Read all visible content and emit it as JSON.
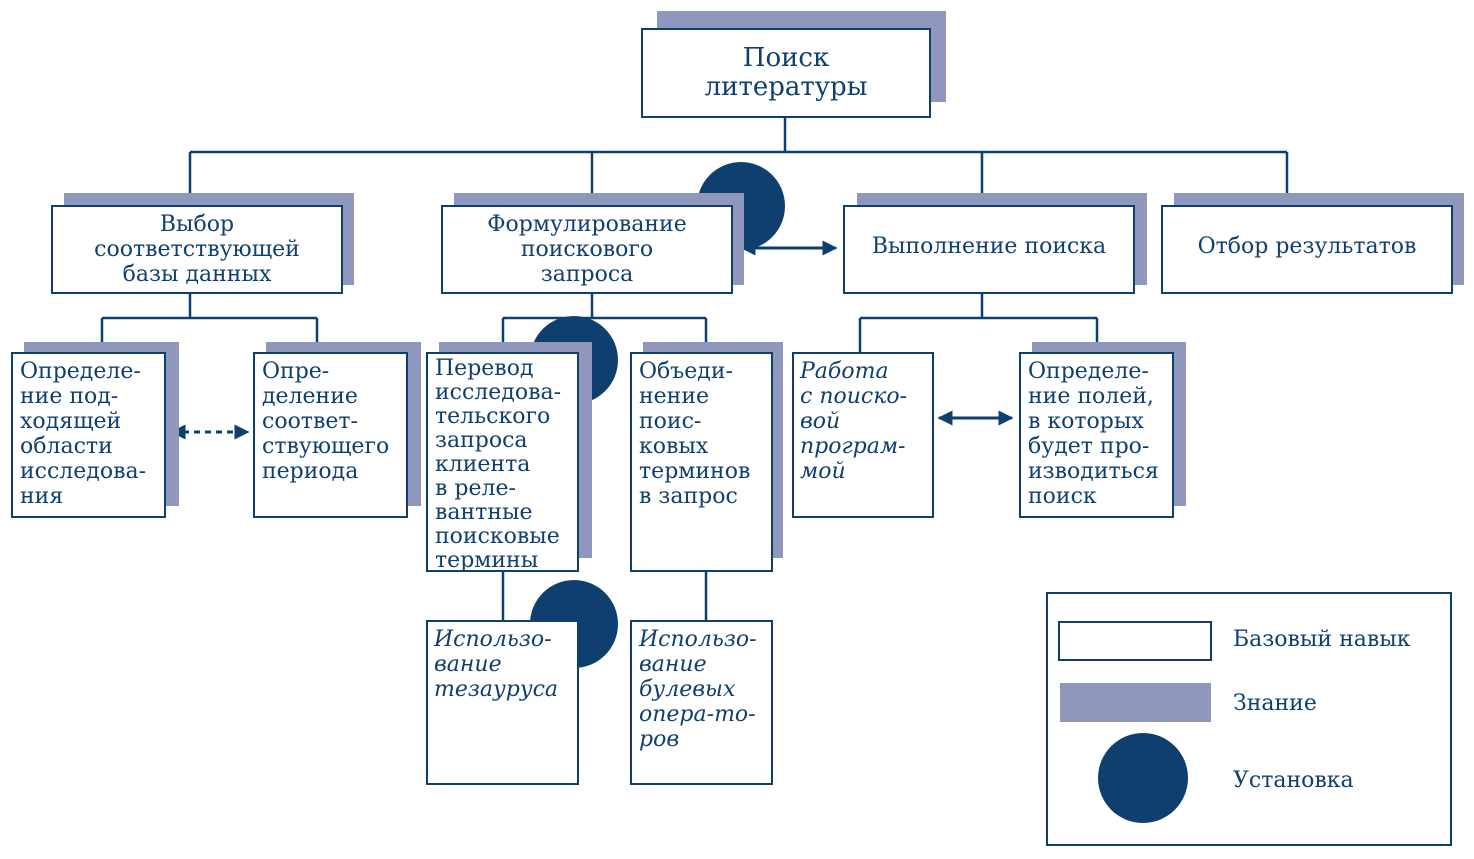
{
  "colors": {
    "line": "#0f3f6e",
    "knowledge": "#8f98bc",
    "attitude": "#0f3f6e",
    "box": "#ffffff"
  },
  "nodes": {
    "root": "Поиск\nлитературы",
    "db_select": "Выбор\nсоответствующей\nбазы данных",
    "query_form": "Формулирование\nпоискового\nзапроса",
    "search_exec": "Выполнение поиска",
    "results_select": "Отбор результатов",
    "research_area": "Определе-\nние под-\nходящей\nобласти\nисследова-\nния",
    "period": "Опре-\nделение\nсоответ-\nствующего\nпериода",
    "translate": "Перевод\nисследова-\nтельского\nзапроса\nклиента\nв реле-\nвантные\nпоисковые\nтермины",
    "combine": "Объеди-\nнение\nпоис-\nковых\nтерминов\nв запрос",
    "search_program": "Работа\nс поиско-\nвой\nпрограм-\nмой",
    "fields": "Определе-\nние полей,\nв которых\nбудет про-\nизводиться\nпоиск",
    "thesaurus": "Использо-\nвание\nтезауруса",
    "boolean": "Использо-\nвание\nбулевых\nопера-то-\nров"
  },
  "legend": {
    "basic_skill": "Базовый навык",
    "knowledge": "Знание",
    "attitude": "Установка"
  }
}
